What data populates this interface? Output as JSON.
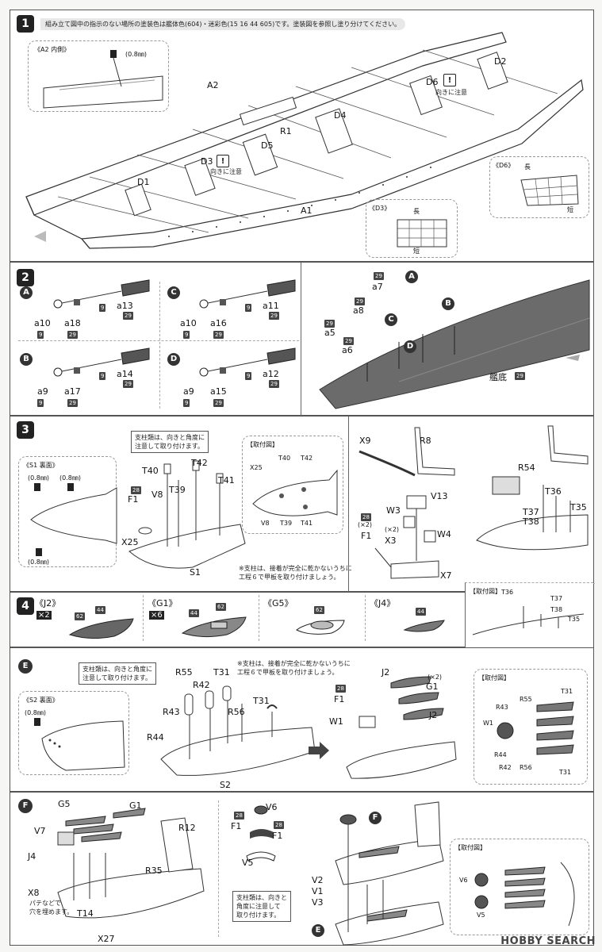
{
  "step1": {
    "number": "1",
    "instruction": "組み立て図中の指示のない場所の塗装色は艦体色(604)・迷彩色(15 16 44 605)です。塗装図を参照し塗り分けてください。",
    "inset_a2_title": "《A2 内側》",
    "inset_a2_size": "(0.8㎜)",
    "inset_d6_title": "《D6》",
    "inset_d3_title": "《D3》",
    "d6_long": "長",
    "d6_short": "短",
    "d3_long": "長",
    "d3_short": "短",
    "caution_text": "向きに注意",
    "parts": [
      "A2",
      "D2",
      "D6",
      "R1",
      "D4",
      "D5",
      "D3",
      "D1",
      "A1"
    ]
  },
  "step2": {
    "number": "2",
    "groups": [
      {
        "letter": "A",
        "parts": [
          "a10",
          "a18",
          "a13"
        ],
        "colors": [
          "9",
          "29",
          "9",
          "29"
        ]
      },
      {
        "letter": "C",
        "parts": [
          "a10",
          "a16",
          "a11"
        ],
        "colors": [
          "9",
          "29",
          "9",
          "29"
        ]
      },
      {
        "letter": "B",
        "parts": [
          "a9",
          "a17",
          "a14"
        ],
        "colors": [
          "9",
          "29",
          "9",
          "29"
        ]
      },
      {
        "letter": "D",
        "parts": [
          "a9",
          "a15",
          "a12"
        ],
        "colors": [
          "9",
          "29",
          "9",
          "29"
        ]
      }
    ],
    "hull_parts": [
      "a7",
      "a8",
      "a5",
      "a6"
    ],
    "hull_label": "艦底",
    "hull_color": "29",
    "color_29": "29"
  },
  "step3": {
    "number": "3",
    "caution": "支柱類は、向きと角度に\n注意して取り付けます。",
    "s1_title": "《S1 裏面》",
    "hole_size": "(0.8㎜)",
    "mount_title": "【取付図】",
    "note": "※支柱は、接着が完全に乾かないうちに\n工程６で甲板を取り付けましょう。",
    "parts": [
      "T40",
      "T42",
      "T39",
      "V8",
      "F1",
      "T41",
      "X25",
      "S1",
      "X9",
      "R8",
      "V13",
      "W3",
      "X3",
      "W4",
      "X7",
      "R54",
      "T36",
      "T37",
      "T38",
      "T35"
    ],
    "x2": "(×2)",
    "f1_color": "28"
  },
  "step4": {
    "number": "4",
    "boats": [
      {
        "name": "《J2》",
        "mult": "×2",
        "colors": [
          "62",
          "44"
        ]
      },
      {
        "name": "《G1》",
        "mult": "×6",
        "colors": [
          "44",
          "62"
        ]
      },
      {
        "name": "《G5》",
        "mult": "",
        "colors": [
          "62"
        ]
      },
      {
        "name": "《J4》",
        "mult": "",
        "colors": [
          "44"
        ]
      }
    ]
  },
  "stepE": {
    "letter": "E",
    "caution": "支柱類は、向きと角度に\n注意して取り付けます。",
    "note": "※支柱は、接着が完全に乾かないうちに\n工程６で甲板を取り付けましょう。",
    "s2_title": "《S2 裏面》",
    "hole_size": "(0.8㎜)",
    "mount_title": "【取付図】",
    "parts": [
      "R55",
      "R42",
      "T31",
      "R43",
      "R56",
      "R44",
      "S2",
      "J2",
      "G1",
      "F1",
      "W1"
    ],
    "x2": "(×2)"
  },
  "stepF": {
    "letter": "F",
    "parts": [
      "G5",
      "G1",
      "V7",
      "R12",
      "J4",
      "R35",
      "X8",
      "T14",
      "X27",
      "V6",
      "F1",
      "V5",
      "V2",
      "V1",
      "V3"
    ],
    "putty_note": "パテなどで\n穴を埋めます。",
    "caution": "支柱類は、向きと\n角度に注意して\n取り付けます。",
    "mount_title": "【取付図】",
    "f1_color": "28"
  },
  "watermark": "HOBBY SEARCH"
}
